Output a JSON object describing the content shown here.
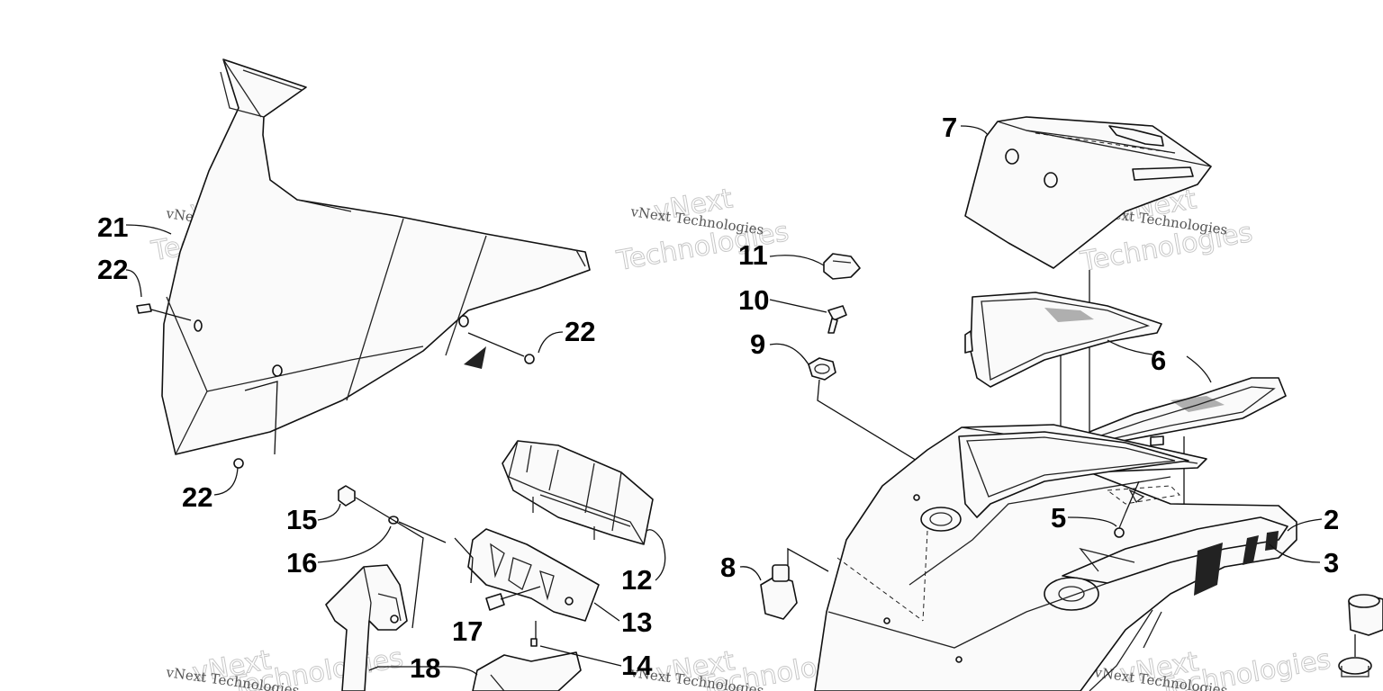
{
  "callouts": {
    "c2": "2",
    "c3": "3",
    "c5": "5",
    "c6": "6",
    "c7": "7",
    "c8": "8",
    "c9": "9",
    "c10": "10",
    "c11": "11",
    "c12": "12",
    "c13": "13",
    "c14": "14",
    "c15": "15",
    "c16": "16",
    "c17": "17",
    "c18": "18",
    "c21": "21",
    "c22a": "22",
    "c22b": "22",
    "c22c": "22"
  },
  "watermark": {
    "brand": "vNext Technologies",
    "word1": "vNext",
    "word2": "Technologies"
  }
}
